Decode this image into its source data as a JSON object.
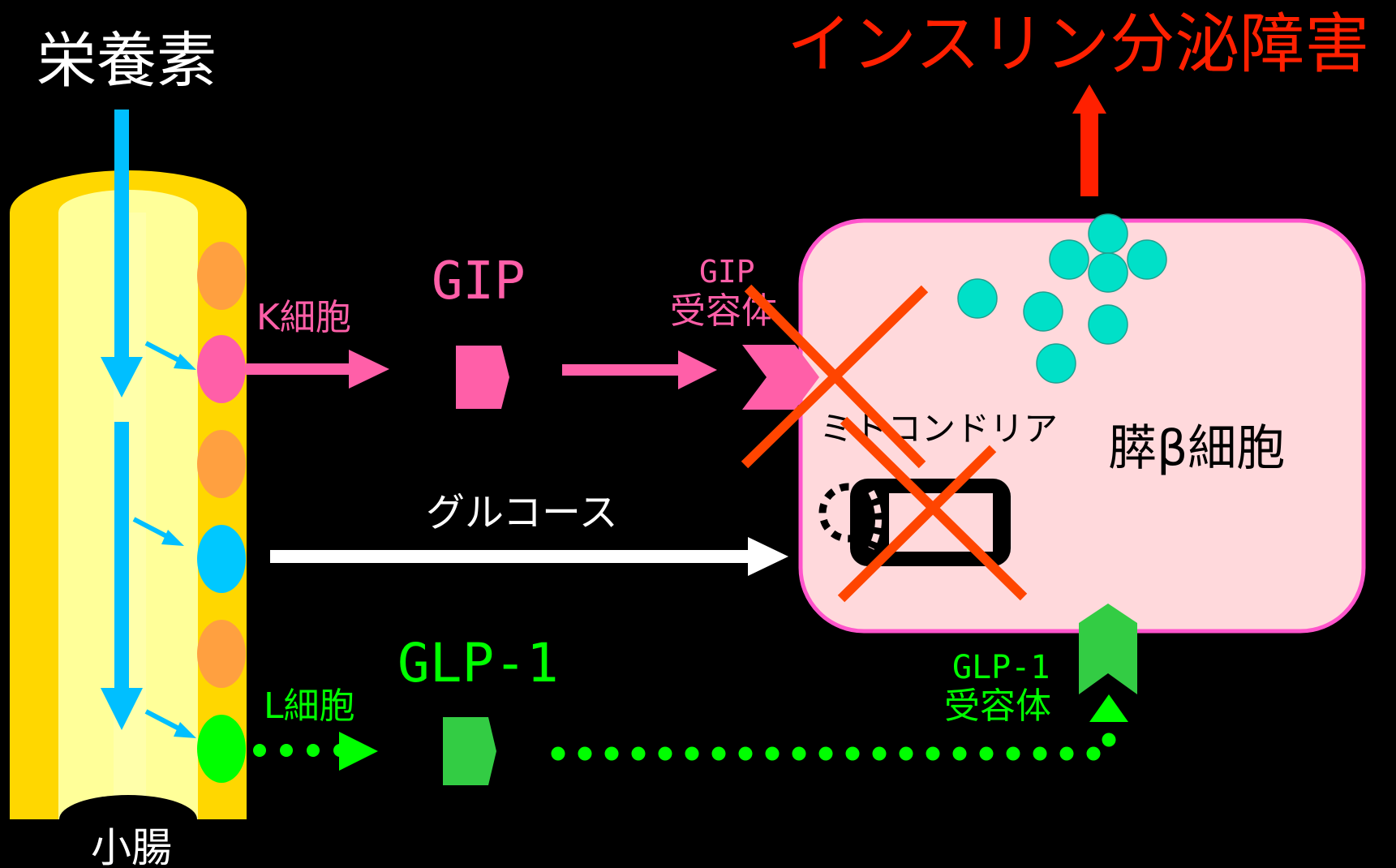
{
  "labels": {
    "nutrients": "栄養素",
    "small_intestine": "小腸",
    "k_cell": "K細胞",
    "l_cell": "L細胞",
    "gip": "GIP",
    "gip_receptor_line1": "GIP",
    "gip_receptor_line2": "受容体",
    "glp1": "GLP-1",
    "glp1_receptor_line1": "GLP-1",
    "glp1_receptor_line2": "受容体",
    "glucose": "グルコース",
    "mitochondria": "ミトコンドリア",
    "beta_cell": "膵β細胞",
    "insulin_secretion_disorder": "インスリン分泌障害"
  },
  "colors": {
    "background": "#000000",
    "intestine_outer": "#ffd700",
    "intestine_inner": "#ffff99",
    "k_cell": "#ff5fa8",
    "l_cell": "#00ff00",
    "other_cell_orange": "#ffa040",
    "cyan_cell": "#00c8ff",
    "flow_arrow": "#00bfff",
    "beta_cell_fill": "#ffd9dc",
    "beta_cell_border": "#ff55cc",
    "granule": "#00e0c8",
    "cross": "#ff4500",
    "insulin_red": "#ff2000",
    "glp1_green": "#33cc44"
  },
  "icons": [
    "down-arrow-icon",
    "up-arrow-icon",
    "cross-mark-icon",
    "mitochondria-icon",
    "receptor-chevron-icon",
    "hormone-pentagon-icon"
  ]
}
